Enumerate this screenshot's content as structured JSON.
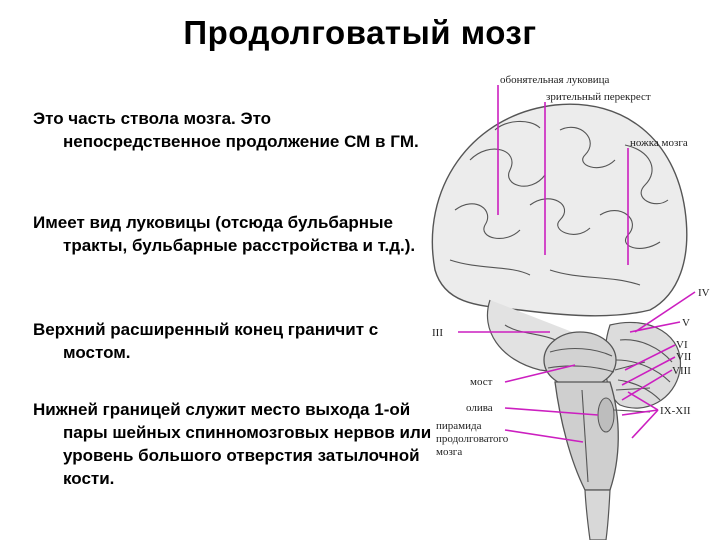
{
  "title": "Продолговатый мозг",
  "paragraphs": [
    "Это часть ствола мозга. Это непосредственное продолжение СМ в ГМ.",
    "Имеет вид луковицы (отсюда бульбарные тракты, бульбарные расстройства и т.д.).",
    "Верхний расширенный конец граничит с мостом.",
    "Нижней границей служит место выхода 1-ой пары шейных спинномозговых нервов или уровень большого отверстия затылочной кости."
  ],
  "figure": {
    "labels": {
      "olfactory_bulb": "обонятельная луковица",
      "optic_chiasm": "зрительный перекрест",
      "cerebral_peduncle": "ножка мозга",
      "pons": "мост",
      "olive": "олива",
      "pyramid_line1": "пирамида",
      "pyramid_line2": "продолговатого",
      "pyramid_line3": "мозга"
    },
    "nerves": {
      "n3": "III",
      "n4": "IV",
      "n5": "V",
      "n6": "VI",
      "n7": "VII",
      "n8": "VIII",
      "n9_12": "IX-XII"
    },
    "leader_color": "#cc1fc0"
  }
}
